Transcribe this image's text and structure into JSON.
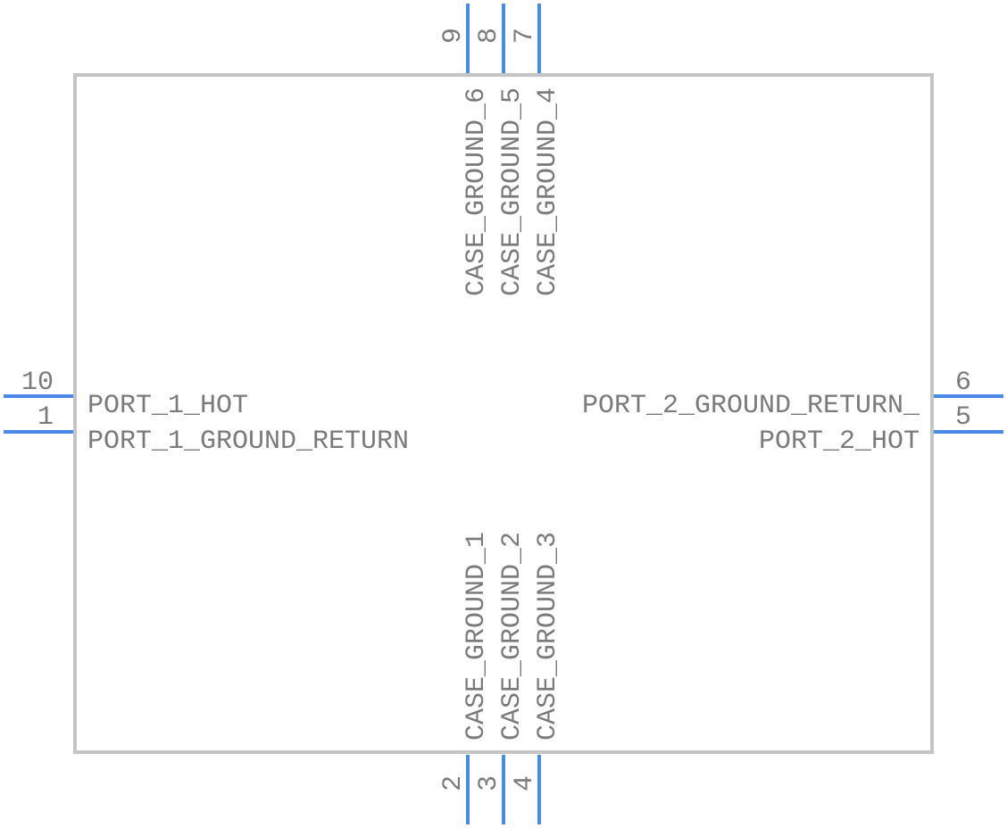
{
  "component": {
    "pins": [
      {
        "number": "1",
        "name": "PORT_1_GROUND_RETURN"
      },
      {
        "number": "10",
        "name": "PORT_1_HOT"
      },
      {
        "number": "5",
        "name": "PORT_2_HOT"
      },
      {
        "number": "6",
        "name": "PORT_2_GROUND_RETURN_"
      },
      {
        "number": "2",
        "name": "CASE_GROUND_1"
      },
      {
        "number": "3",
        "name": "CASE_GROUND_2"
      },
      {
        "number": "4",
        "name": "CASE_GROUND_3"
      },
      {
        "number": "9",
        "name": "CASE_GROUND_6"
      },
      {
        "number": "8",
        "name": "CASE_GROUND_5"
      },
      {
        "number": "7",
        "name": "CASE_GROUND_4"
      }
    ]
  },
  "colors": {
    "pin": "#4a88ea",
    "outline": "#c4c4c4",
    "text": "#7a7a7a"
  }
}
